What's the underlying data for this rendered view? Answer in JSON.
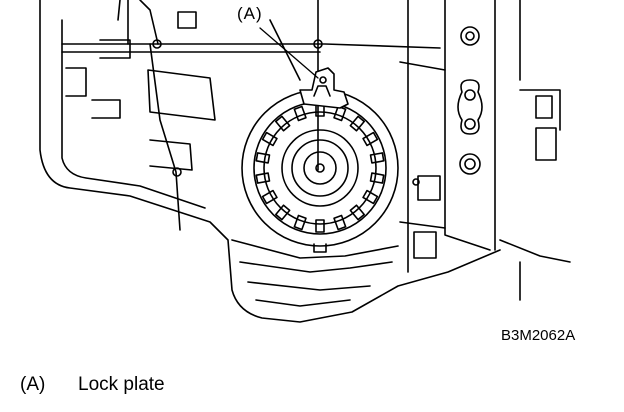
{
  "diagram": {
    "callout_label": "(A)",
    "figure_code": "B3M2062A",
    "legend": [
      {
        "key": "(A)",
        "description": "Lock plate"
      }
    ]
  }
}
